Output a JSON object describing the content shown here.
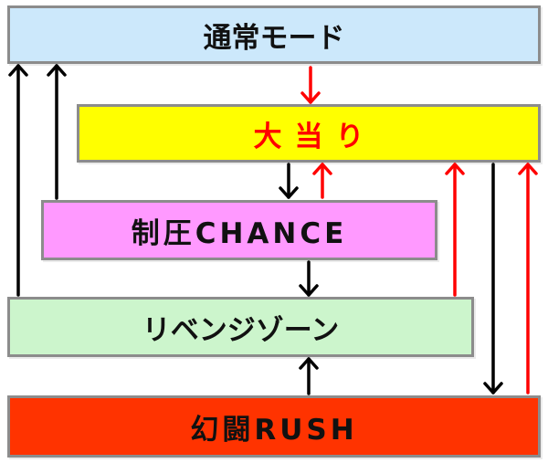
{
  "nodes": {
    "normal": {
      "label": "通常モード",
      "bg": "#cce8fb"
    },
    "jackpot": {
      "label": "大当り",
      "bg": "#ffff00",
      "color": "#ff0000"
    },
    "chance": {
      "label": "制圧CHANCE",
      "bg": "#ff99ff"
    },
    "revenge": {
      "label": "リベンジゾーン",
      "bg": "#ccf5cc"
    },
    "rush": {
      "label": "幻闘RUSH",
      "bg": "#ff3300"
    }
  },
  "arrow_colors": {
    "black": "#000000",
    "red": "#ff0000"
  },
  "edges": [
    {
      "from": "normal",
      "to": "jackpot",
      "color": "red"
    },
    {
      "from": "jackpot",
      "to": "chance",
      "color": "black"
    },
    {
      "from": "chance",
      "to": "jackpot",
      "color": "red"
    },
    {
      "from": "chance",
      "to": "revenge",
      "color": "black"
    },
    {
      "from": "chance",
      "to": "normal",
      "color": "black"
    },
    {
      "from": "revenge",
      "to": "normal",
      "color": "black"
    },
    {
      "from": "revenge",
      "to": "jackpot",
      "color": "red"
    },
    {
      "from": "jackpot",
      "to": "rush",
      "color": "black"
    },
    {
      "from": "rush",
      "to": "jackpot",
      "color": "red"
    },
    {
      "from": "rush",
      "to": "revenge",
      "color": "black"
    }
  ]
}
